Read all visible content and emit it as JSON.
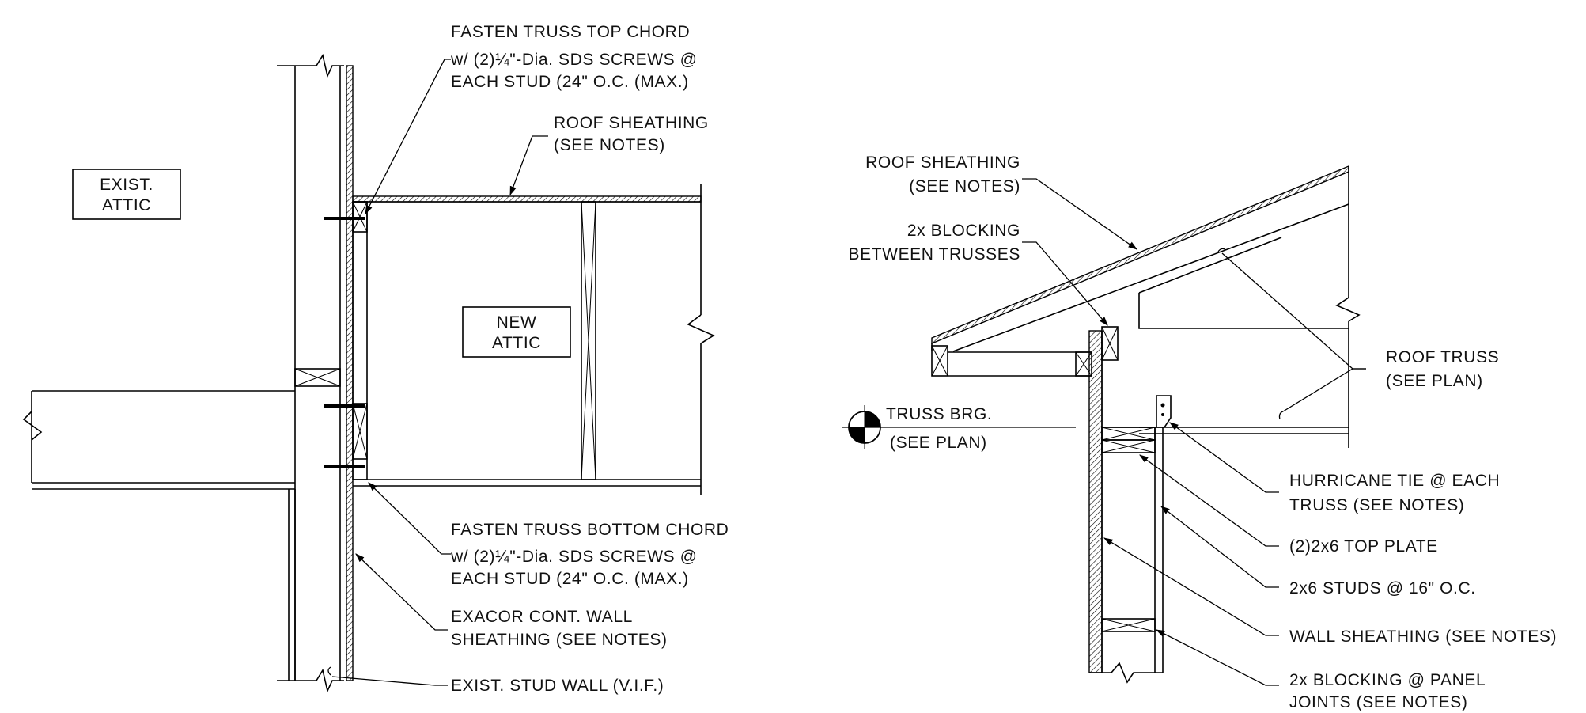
{
  "left_detail": {
    "tags": {
      "exist_attic": [
        "EXIST.",
        "ATTIC"
      ],
      "new_attic": [
        "NEW",
        "ATTIC"
      ]
    },
    "notes": {
      "top_chord": [
        "FASTEN TRUSS TOP CHORD",
        "w/ (2)¼\"-Dia. SDS SCREWS @",
        "EACH STUD (24\" O.C. (MAX.)"
      ],
      "roof_sheathing": [
        "ROOF SHEATHING",
        "(SEE NOTES)"
      ],
      "bottom_chord": [
        "FASTEN TRUSS BOTTOM CHORD",
        "w/ (2)¼\"-Dia. SDS SCREWS @",
        "EACH STUD (24\" O.C. (MAX.)"
      ],
      "wall_sheathing": [
        "EXACOR CONT. WALL",
        "SHEATHING (SEE NOTES)"
      ],
      "stud_wall": [
        "EXIST. STUD WALL (V.I.F.)"
      ]
    }
  },
  "right_detail": {
    "notes": {
      "roof_sheathing": [
        "ROOF SHEATHING",
        "(SEE NOTES)"
      ],
      "blocking": [
        "2x BLOCKING",
        "BETWEEN TRUSSES"
      ],
      "truss_brg": [
        "TRUSS BRG.",
        "(SEE PLAN)"
      ],
      "roof_truss": [
        "ROOF TRUSS",
        "(SEE PLAN)"
      ],
      "hurricane_tie": [
        "HURRICANE TIE @ EACH",
        "TRUSS (SEE NOTES)"
      ],
      "top_plate": [
        "(2)2x6 TOP PLATE"
      ],
      "studs": [
        "2x6 STUDS @ 16\" O.C."
      ],
      "wall_sheathing": [
        "WALL SHEATHING (SEE NOTES)"
      ],
      "panel_blocking": [
        "2x BLOCKING @ PANEL",
        "JOINTS (SEE NOTES)"
      ]
    }
  }
}
